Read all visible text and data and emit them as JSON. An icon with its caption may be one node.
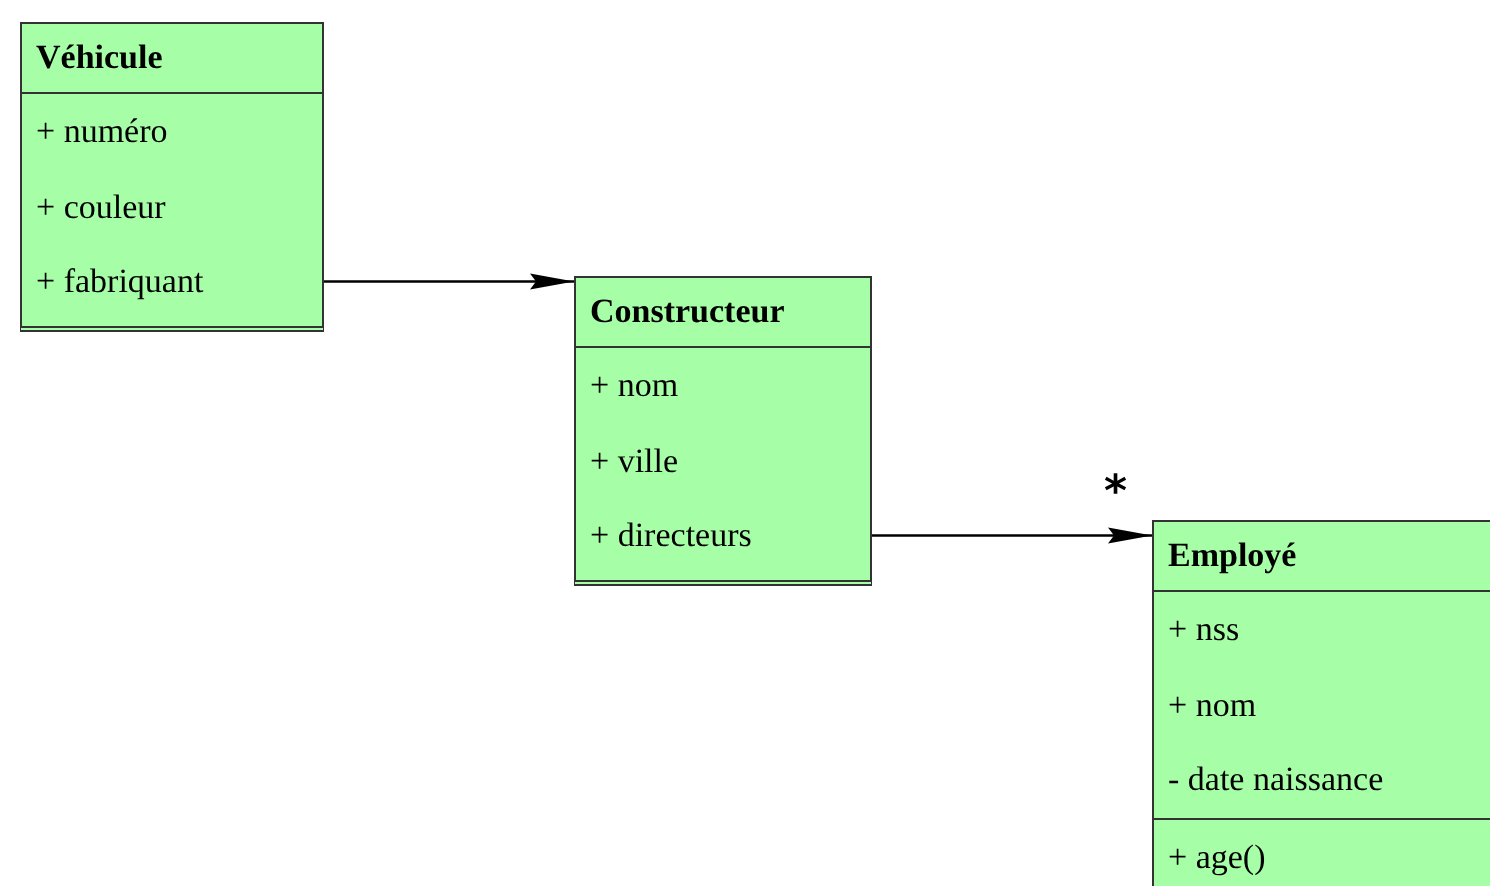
{
  "diagram": {
    "nodes": [
      {
        "text": [
          "Véhicule"
        ]
      },
      {
        "text": [
          "+ numéro"
        ],
        "in": 0
      },
      {
        "text": [
          "+ couleur"
        ],
        "in": 0
      },
      {
        "text": [
          "+ fabriquant"
        ],
        "in": 0
      },
      {
        "text": [
          "Constructeur"
        ]
      },
      {
        "text": [
          "+ nom"
        ],
        "in": 4
      },
      {
        "text": [
          "+ ville"
        ],
        "in": 4
      },
      {
        "text": [
          "+ directeurs"
        ],
        "in": 4
      },
      {
        "text": [
          "Employé"
        ]
      },
      {
        "text": [
          "+ nss"
        ],
        "in": 8
      },
      {
        "text": [
          "+ nom"
        ],
        "in": 8
      },
      {
        "text": [
          "- date naissance"
        ],
        "in": 8
      },
      {
        "text": [
          "+ age()"
        ],
        "in": 8
      }
    ],
    "edges": [
      {
        "from": 3,
        "to": 4,
        "arrow": "to"
      },
      {
        "from": 7,
        "to": 8,
        "arrow": "to",
        "label": "*"
      }
    ]
  }
}
